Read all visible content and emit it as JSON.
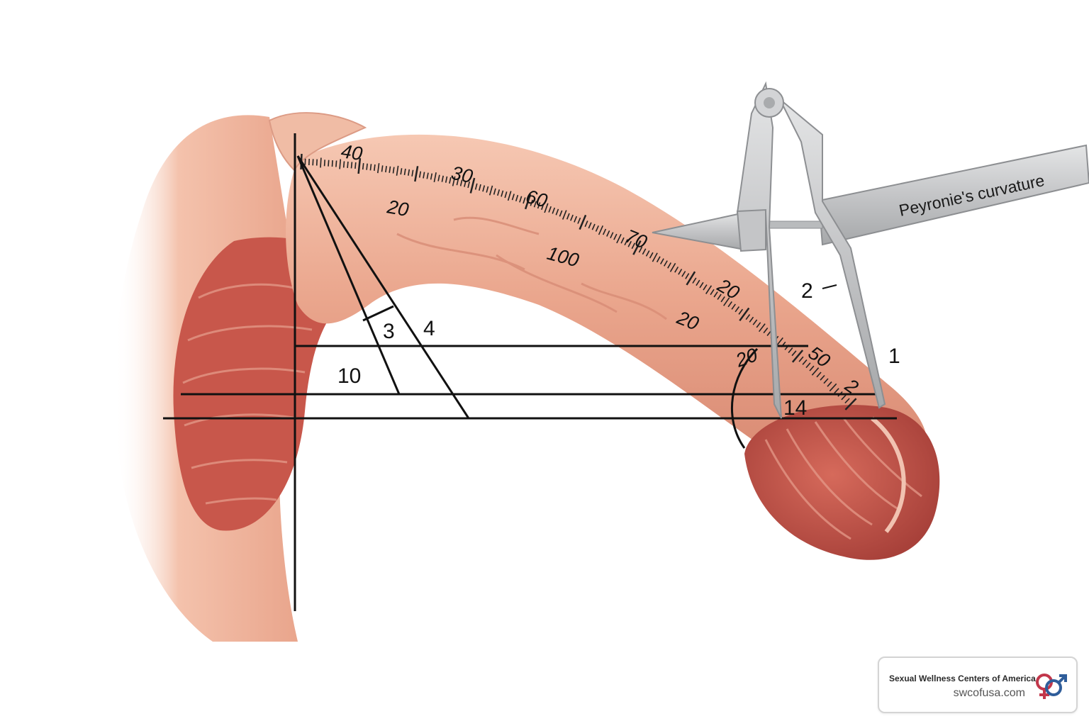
{
  "scale_labels": {
    "upper_40": "40",
    "upper_30": "30",
    "upper_60": "60",
    "upper_70": "70",
    "upper_20": "20",
    "upper_50": "50",
    "lower_20_a": "20",
    "lower_100": "100",
    "lower_20_b": "20",
    "lower_20_c": "20",
    "lower_2": "2"
  },
  "geometry_labels": {
    "angle_3": "3",
    "line_4": "4",
    "base_10": "10",
    "tip_14": "14"
  },
  "caliper": {
    "label": "Peyronie's curvature",
    "callout_1": "1",
    "callout_2": "2"
  },
  "brand": {
    "name": "Sexual Wellness Centers of America",
    "url": "swcofusa.com",
    "icon": "male-female-symbol-icon"
  },
  "colors": {
    "skin": "#e9a58c",
    "skin_light": "#f3c4ae",
    "muscle": "#c4564a",
    "metal": "#c9cacb",
    "ink": "#111111",
    "brand_red": "#c2374b",
    "brand_blue": "#2f5d9a"
  }
}
